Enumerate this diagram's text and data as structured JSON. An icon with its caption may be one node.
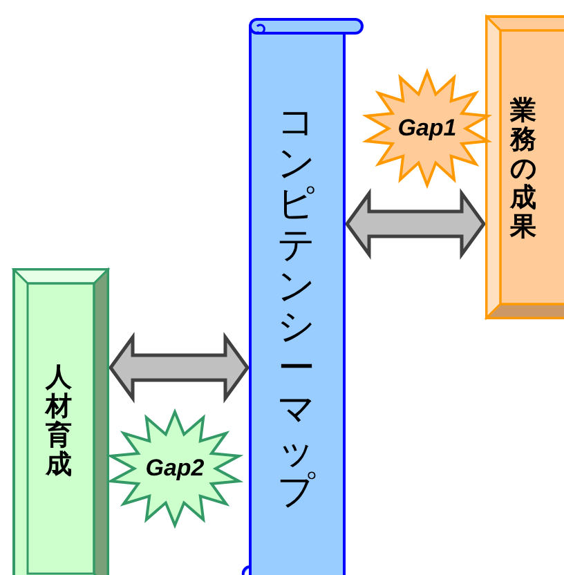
{
  "diagram": {
    "nodes": [
      {
        "text": [
          "コンピテンシーマップ"
        ]
      },
      {
        "text": [
          "業務の成果"
        ]
      },
      {
        "text": [
          "人材育成"
        ]
      },
      {
        "text": [
          "Gap1"
        ]
      },
      {
        "text": [
          "Gap2"
        ]
      }
    ],
    "edges": [
      {
        "from": 0,
        "to": 1,
        "arrow": "both"
      },
      {
        "from": 2,
        "to": 0,
        "arrow": "both"
      }
    ]
  }
}
